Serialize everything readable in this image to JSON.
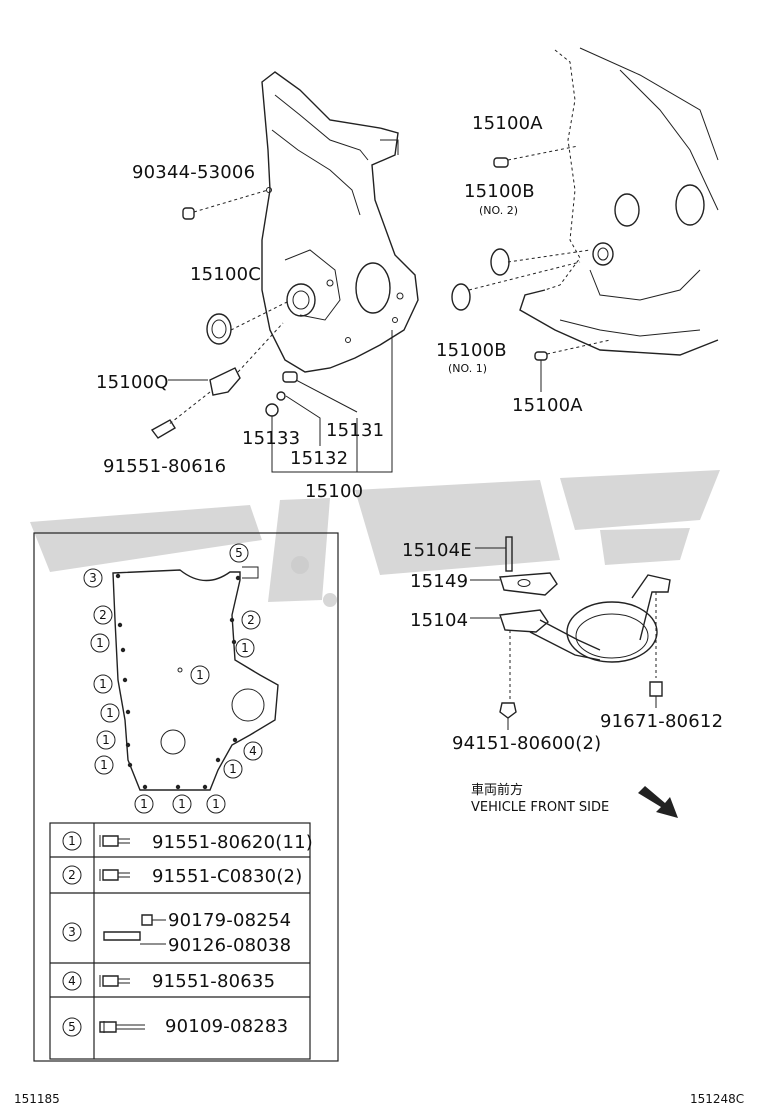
{
  "labels": {
    "p90344": "90344-53006",
    "p15100C": "15100C",
    "p15100Q": "15100Q",
    "p91551_80616": "91551-80616",
    "p15133": "15133",
    "p15132": "15132",
    "p15131": "15131",
    "p15100": "15100",
    "p15100A_top": "15100A",
    "p15100B_no2": "15100B",
    "no2": "(NO. 2)",
    "p15100B_no1": "15100B",
    "no1": "(NO. 1)",
    "p15100A_bot": "15100A",
    "p15104E": "15104E",
    "p15149": "15149",
    "p15104": "15104",
    "p94151": "94151-80600(2)",
    "p91671": "91671-80612",
    "front_jp": "車両前方",
    "front_en": "VEHICLE FRONT SIDE",
    "code_left": "151185",
    "code_right": "151248C"
  },
  "legend": [
    {
      "num": "1",
      "parts": [
        "91551-80620(11)"
      ]
    },
    {
      "num": "2",
      "parts": [
        "91551-C0830(2)"
      ]
    },
    {
      "num": "3",
      "parts": [
        "90179-08254",
        "90126-08038"
      ]
    },
    {
      "num": "4",
      "parts": [
        "91551-80635"
      ]
    },
    {
      "num": "5",
      "parts": [
        "90109-08283"
      ]
    }
  ],
  "bolt_markers": [
    "5",
    "3",
    "2",
    "2",
    "1",
    "1",
    "1",
    "1",
    "1",
    "1",
    "1",
    "4",
    "1",
    "1",
    "1",
    "1"
  ]
}
